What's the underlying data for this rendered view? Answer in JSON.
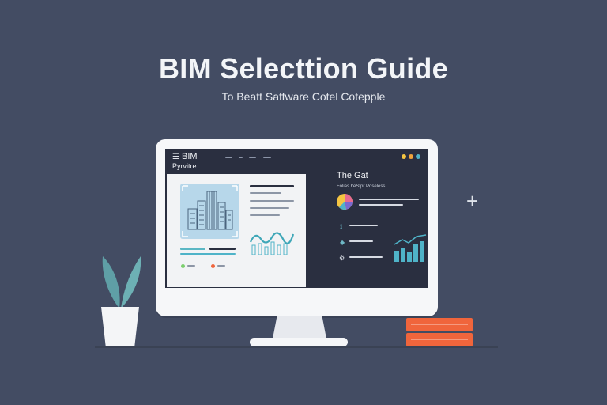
{
  "hero": {
    "title": "BIM Selecttion Guide",
    "subtitle": "To Beatt Saffware Cotel Cotepple"
  },
  "app": {
    "name": "BIM",
    "subtitle": "Pyrvitre",
    "menu_icon": "hamburger-icon",
    "window_dot_colors": [
      "#f5c542",
      "#f0a43c",
      "#4fb3c8"
    ]
  },
  "dashboard": {
    "panel_title": "The Gat",
    "panel_subtitle": "Folias beStpr Poseless",
    "accent_colors": {
      "teal": "#4fb3c8",
      "green": "#7ccf6e",
      "orange": "#f0653c",
      "navy": "#2a2f40"
    }
  },
  "decor": {
    "plus_glyph": "+",
    "plant_icon": "plant-icon",
    "books_icon": "books-icon"
  }
}
